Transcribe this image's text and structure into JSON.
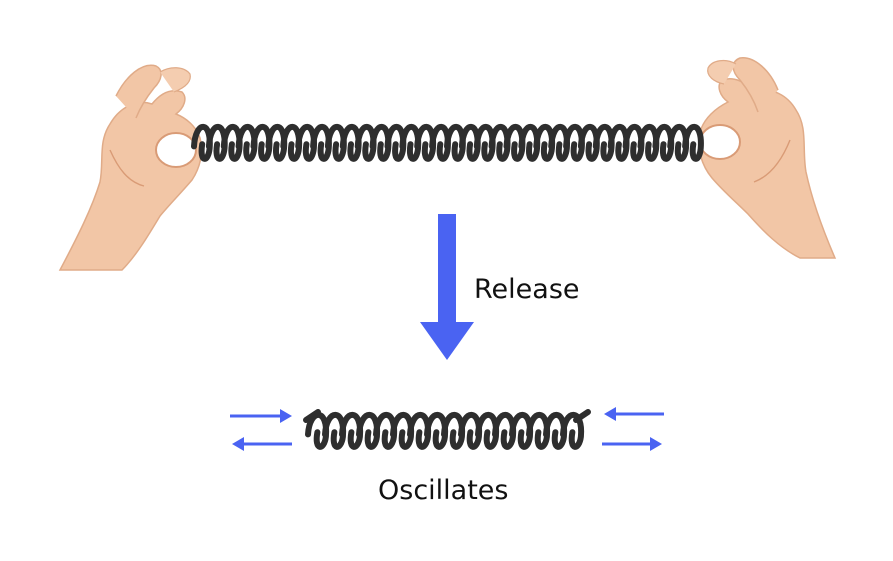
{
  "labels": {
    "release": "Release",
    "oscillates": "Oscillates"
  },
  "colors": {
    "arrow": "#4a63f2",
    "spring": "#2e2e2e",
    "skin": "#f2c6a6",
    "skin_shadow": "#d99b76",
    "background": "#ffffff"
  },
  "springs": {
    "stretched_coils": 34,
    "compressed_coils": 16
  },
  "icons": {
    "left_hand": "hand-pinch-icon",
    "right_hand": "hand-pinch-icon",
    "release_arrow": "arrow-down-icon",
    "oscillation_arrows": "arrow-left-right-icon"
  }
}
